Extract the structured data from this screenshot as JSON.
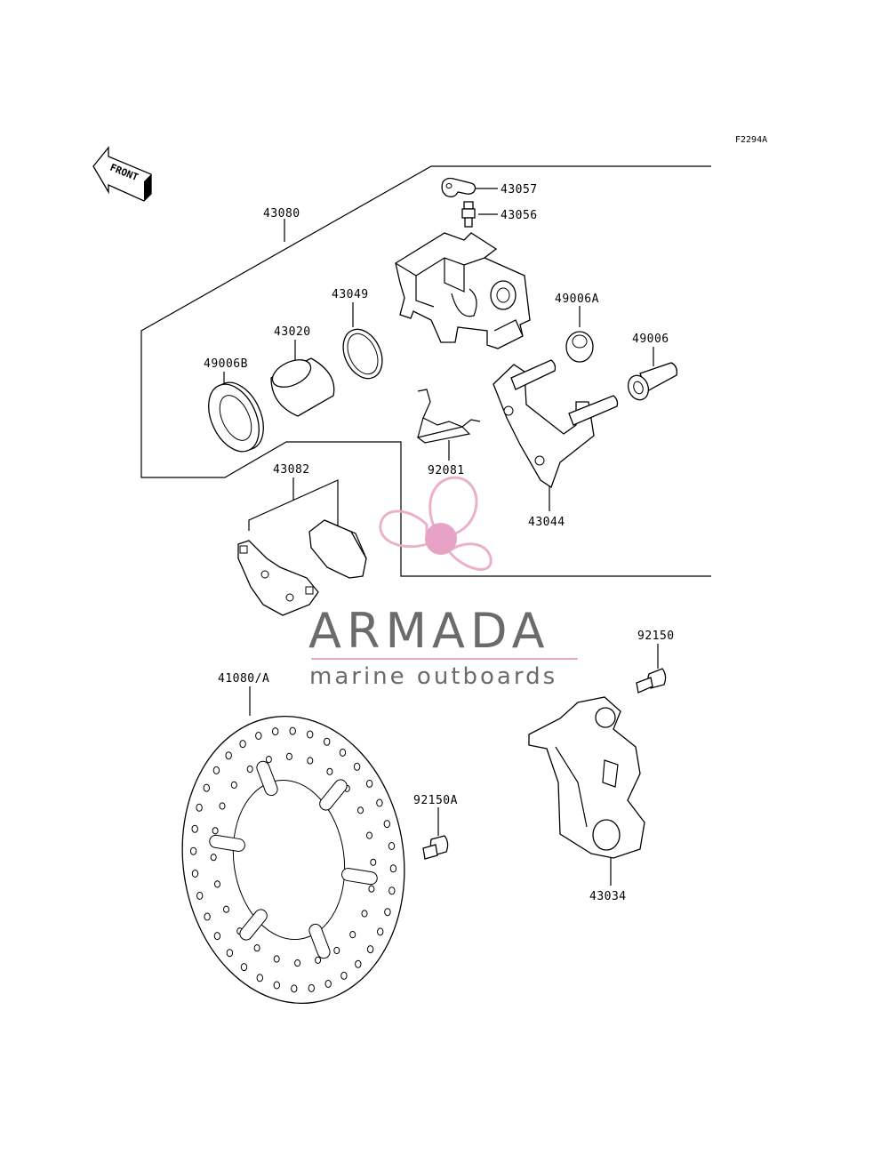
{
  "drawing_id": "F2294A",
  "front_arrow": {
    "label": "FRONT",
    "icon": "front-direction-arrow-icon"
  },
  "parts": [
    {
      "id": "p43080",
      "number": "43080"
    },
    {
      "id": "p43057",
      "number": "43057"
    },
    {
      "id": "p43056",
      "number": "43056"
    },
    {
      "id": "p43049",
      "number": "43049"
    },
    {
      "id": "p43020",
      "number": "43020"
    },
    {
      "id": "p49006B",
      "number": "49006B"
    },
    {
      "id": "p49006A",
      "number": "49006A"
    },
    {
      "id": "p49006",
      "number": "49006"
    },
    {
      "id": "p92081",
      "number": "92081"
    },
    {
      "id": "p43044",
      "number": "43044"
    },
    {
      "id": "p43082",
      "number": "43082"
    },
    {
      "id": "p92150",
      "number": "92150"
    },
    {
      "id": "p41080A",
      "number": "41080/A"
    },
    {
      "id": "p92150A",
      "number": "92150A"
    },
    {
      "id": "p43034",
      "number": "43034"
    }
  ],
  "watermark": {
    "title": "ARMADA",
    "subtitle": "marine outboards",
    "logo_icon": "propeller-logo-icon",
    "colors": {
      "logo": "#e9a8c6",
      "logo_center": "#e59ac0",
      "text": "#6b6b6b",
      "rule": "#e9a8c6"
    }
  }
}
